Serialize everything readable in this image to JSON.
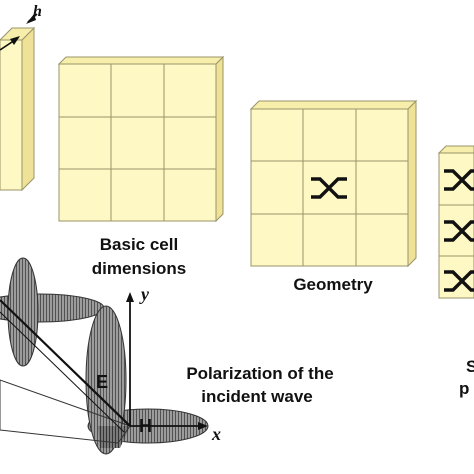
{
  "labels": {
    "thickness_symbol": "h",
    "basic_cell_line1": "Basic cell",
    "basic_cell_line2": "dimensions",
    "geometry": "Geometry",
    "cut_s": "S",
    "cut_p": "p",
    "polarization_line1": "Polarization of the",
    "polarization_line2": "incident wave",
    "e_field": "E",
    "h_field": "H",
    "axis_x": "x",
    "axis_y": "y"
  },
  "colors": {
    "panel_face": "#fdf8c4",
    "panel_side": "#efe296",
    "panel_stroke": "#9a946a",
    "element": "#111111"
  },
  "icons": [
    "arrow-icon",
    "cross-element-icon"
  ]
}
